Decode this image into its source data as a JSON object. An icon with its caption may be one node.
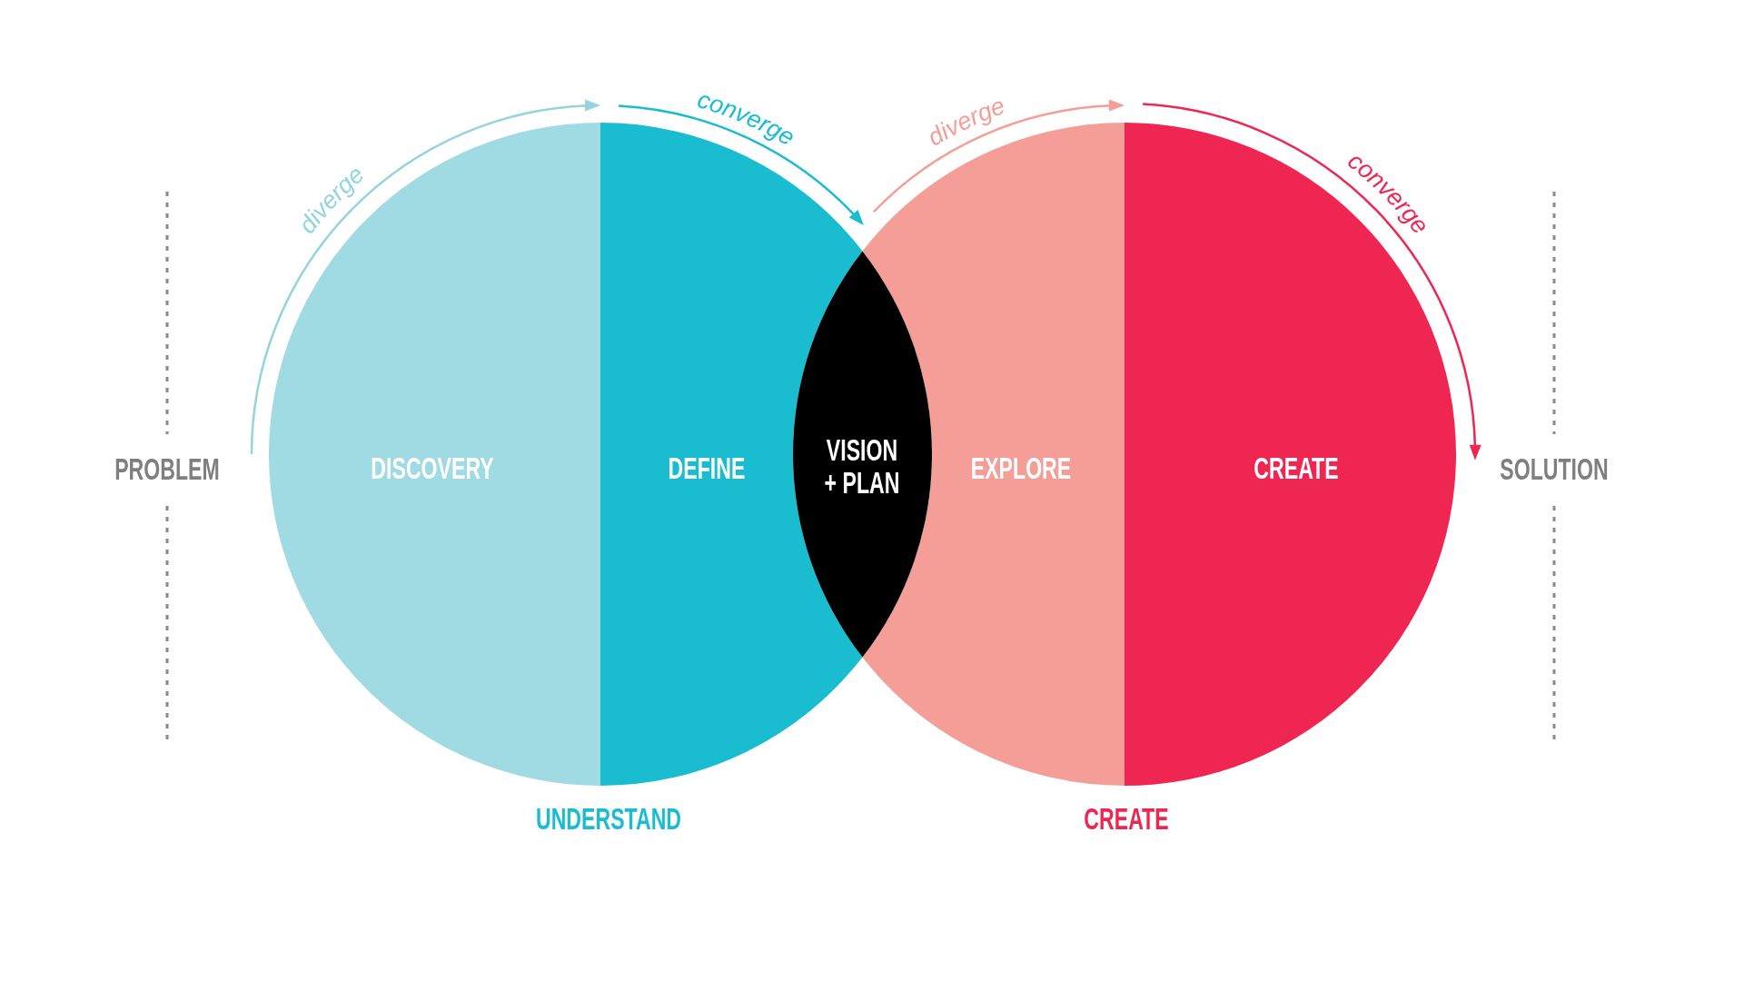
{
  "diagram": {
    "nodes": [
      {
        "text": [
          "DISCOVERY"
        ]
      },
      {
        "text": [
          "DEFINE"
        ]
      },
      {
        "text": [
          "VISION + PLAN"
        ]
      },
      {
        "text": [
          "EXPLORE"
        ]
      },
      {
        "text": [
          "CREATE"
        ]
      }
    ],
    "labels": [
      "diverge",
      "converge",
      "diverge",
      "converge",
      "PROBLEM",
      "SOLUTION",
      "UNDERSTAND",
      "CREATE"
    ]
  }
}
